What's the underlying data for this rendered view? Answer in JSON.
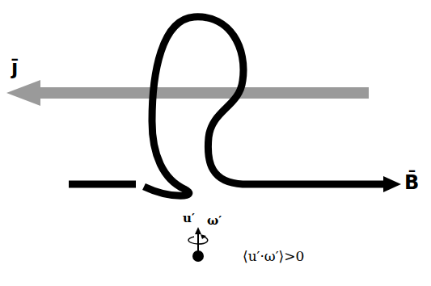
{
  "diagram": {
    "labels": [
      "j̄",
      "B̄",
      "u′",
      "ω′",
      "⟨u′·ω′⟩>0"
    ]
  }
}
